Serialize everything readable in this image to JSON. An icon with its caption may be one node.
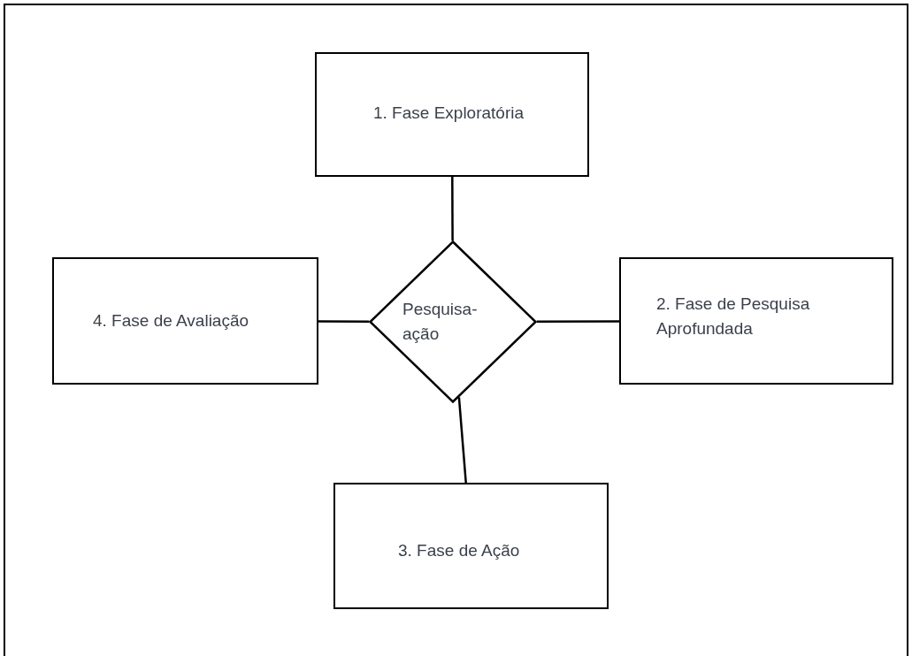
{
  "diagram": {
    "nodes": [
      {
        "text": [
          "1. Fase Exploratória"
        ]
      },
      {
        "text": [
          "4. Fase de Avaliação"
        ]
      },
      {
        "text": [
          "Pesquisa-ação"
        ]
      },
      {
        "text": [
          "2. Fase de Pesquisa Aprofundada"
        ]
      },
      {
        "text": [
          "3. Fase de Ação"
        ]
      }
    ],
    "edges": [
      {
        "from": 2,
        "to": 0,
        "arrow": "none"
      },
      {
        "from": 2,
        "to": 1,
        "arrow": "none"
      },
      {
        "from": 2,
        "to": 3,
        "arrow": "none"
      },
      {
        "from": 2,
        "to": 4,
        "arrow": "none"
      }
    ]
  }
}
